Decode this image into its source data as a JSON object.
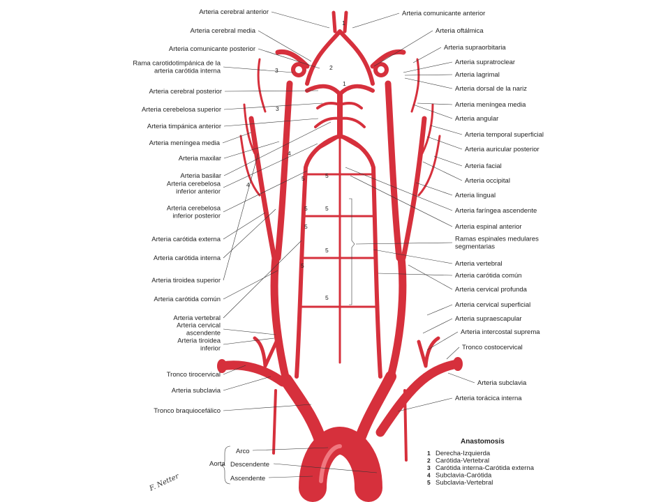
{
  "colors": {
    "artery": "#d6303c",
    "artery_highlight": "#f07880",
    "text": "#222222",
    "background": "#ffffff"
  },
  "left_labels": [
    {
      "id": "l1",
      "lines": [
        "Arteria cerebral anterior"
      ]
    },
    {
      "id": "l2",
      "lines": [
        "Arteria cerebral media"
      ]
    },
    {
      "id": "l3",
      "lines": [
        "Arteria comunicante posterior"
      ]
    },
    {
      "id": "l4",
      "lines": [
        "Rama carotidotimpánica de la",
        "arteria carótida interna"
      ]
    },
    {
      "id": "l5",
      "lines": [
        "Arteria cerebral posterior"
      ]
    },
    {
      "id": "l6",
      "lines": [
        "Arteria cerebelosa superior"
      ]
    },
    {
      "id": "l7",
      "lines": [
        "Arteria timpánica anterior"
      ]
    },
    {
      "id": "l8",
      "lines": [
        "Arteria meníngea media"
      ]
    },
    {
      "id": "l9",
      "lines": [
        "Arteria maxilar"
      ]
    },
    {
      "id": "l10",
      "lines": [
        "Arteria basilar"
      ]
    },
    {
      "id": "l11",
      "lines": [
        "Arteria cerebelosa",
        "inferior anterior"
      ]
    },
    {
      "id": "l12",
      "lines": [
        "Arteria cerebelosa",
        "inferior posterior"
      ]
    },
    {
      "id": "l13",
      "lines": [
        "Arteria carótida externa"
      ]
    },
    {
      "id": "l14",
      "lines": [
        "Arteria carótida interna"
      ]
    },
    {
      "id": "l15",
      "lines": [
        "Arteria tiroidea superior"
      ]
    },
    {
      "id": "l16",
      "lines": [
        "Arteria carótida común"
      ]
    },
    {
      "id": "l17",
      "lines": [
        "Arteria vertebral"
      ]
    },
    {
      "id": "l18",
      "lines": [
        "Arteria cervical",
        "ascendente"
      ]
    },
    {
      "id": "l19",
      "lines": [
        "Arteria tiroidea",
        "inferior"
      ]
    },
    {
      "id": "l20",
      "lines": [
        "Tronco tirocervical"
      ]
    },
    {
      "id": "l21",
      "lines": [
        "Arteria subclavia"
      ]
    },
    {
      "id": "l22",
      "lines": [
        "Tronco braquiocefálico"
      ]
    }
  ],
  "right_labels": [
    {
      "id": "r1",
      "lines": [
        "Arteria comunicante anterior"
      ]
    },
    {
      "id": "r2",
      "lines": [
        "Arteria oftálmica"
      ]
    },
    {
      "id": "r3",
      "lines": [
        "Arteria supraorbitaria"
      ]
    },
    {
      "id": "r4",
      "lines": [
        "Arteria supratroclear"
      ]
    },
    {
      "id": "r5",
      "lines": [
        "Arteria lagrimal"
      ]
    },
    {
      "id": "r6",
      "lines": [
        "Arteria dorsal de la nariz"
      ]
    },
    {
      "id": "r7",
      "lines": [
        "Arteria meníngea media"
      ]
    },
    {
      "id": "r8",
      "lines": [
        "Arteria angular"
      ]
    },
    {
      "id": "r9",
      "lines": [
        "Arteria temporal superficial"
      ]
    },
    {
      "id": "r10",
      "lines": [
        "Arteria auricular posterior"
      ]
    },
    {
      "id": "r11",
      "lines": [
        "Arteria facial"
      ]
    },
    {
      "id": "r12",
      "lines": [
        "Arteria occipital"
      ]
    },
    {
      "id": "r13",
      "lines": [
        "Arteria lingual"
      ]
    },
    {
      "id": "r14",
      "lines": [
        "Arteria faríngea ascendente"
      ]
    },
    {
      "id": "r15",
      "lines": [
        "Arteria espinal anterior"
      ]
    },
    {
      "id": "r16",
      "lines": [
        "Ramas espinales medulares",
        "segmentarias"
      ]
    },
    {
      "id": "r17",
      "lines": [
        "Arteria vertebral"
      ]
    },
    {
      "id": "r18",
      "lines": [
        "Arteria carótida común"
      ]
    },
    {
      "id": "r19",
      "lines": [
        "Arteria cervical profunda"
      ]
    },
    {
      "id": "r20",
      "lines": [
        "Arteria cervical superficial"
      ]
    },
    {
      "id": "r21",
      "lines": [
        "Arteria supraescapular"
      ]
    },
    {
      "id": "r22",
      "lines": [
        "Arteria intercostal suprema"
      ]
    },
    {
      "id": "r23",
      "lines": [
        "Tronco costocervical"
      ]
    },
    {
      "id": "r24",
      "lines": [
        "Arteria subclavia"
      ]
    },
    {
      "id": "r25",
      "lines": [
        "Arteria torácica interna"
      ]
    }
  ],
  "aorta": {
    "group_label": "Aorta",
    "parts": [
      "Arco",
      "Descendente",
      "Ascendente"
    ]
  },
  "diagram_numbers": [
    "1",
    "2",
    "1",
    "3",
    "3",
    "4",
    "4",
    "5",
    "5",
    "5",
    "5",
    "5",
    "5",
    "5",
    "5"
  ],
  "legend": {
    "title": "Anastomosis",
    "items": [
      {
        "num": "1",
        "text": "Derecha-Izquierda"
      },
      {
        "num": "2",
        "text": "Carótida-Vertebral"
      },
      {
        "num": "3",
        "text": "Carótida interna-Carótida externa"
      },
      {
        "num": "4",
        "text": "Subclavia-Carótida"
      },
      {
        "num": "5",
        "text": "Subclavia-Vertebral"
      }
    ]
  },
  "signature": "F. Netter"
}
